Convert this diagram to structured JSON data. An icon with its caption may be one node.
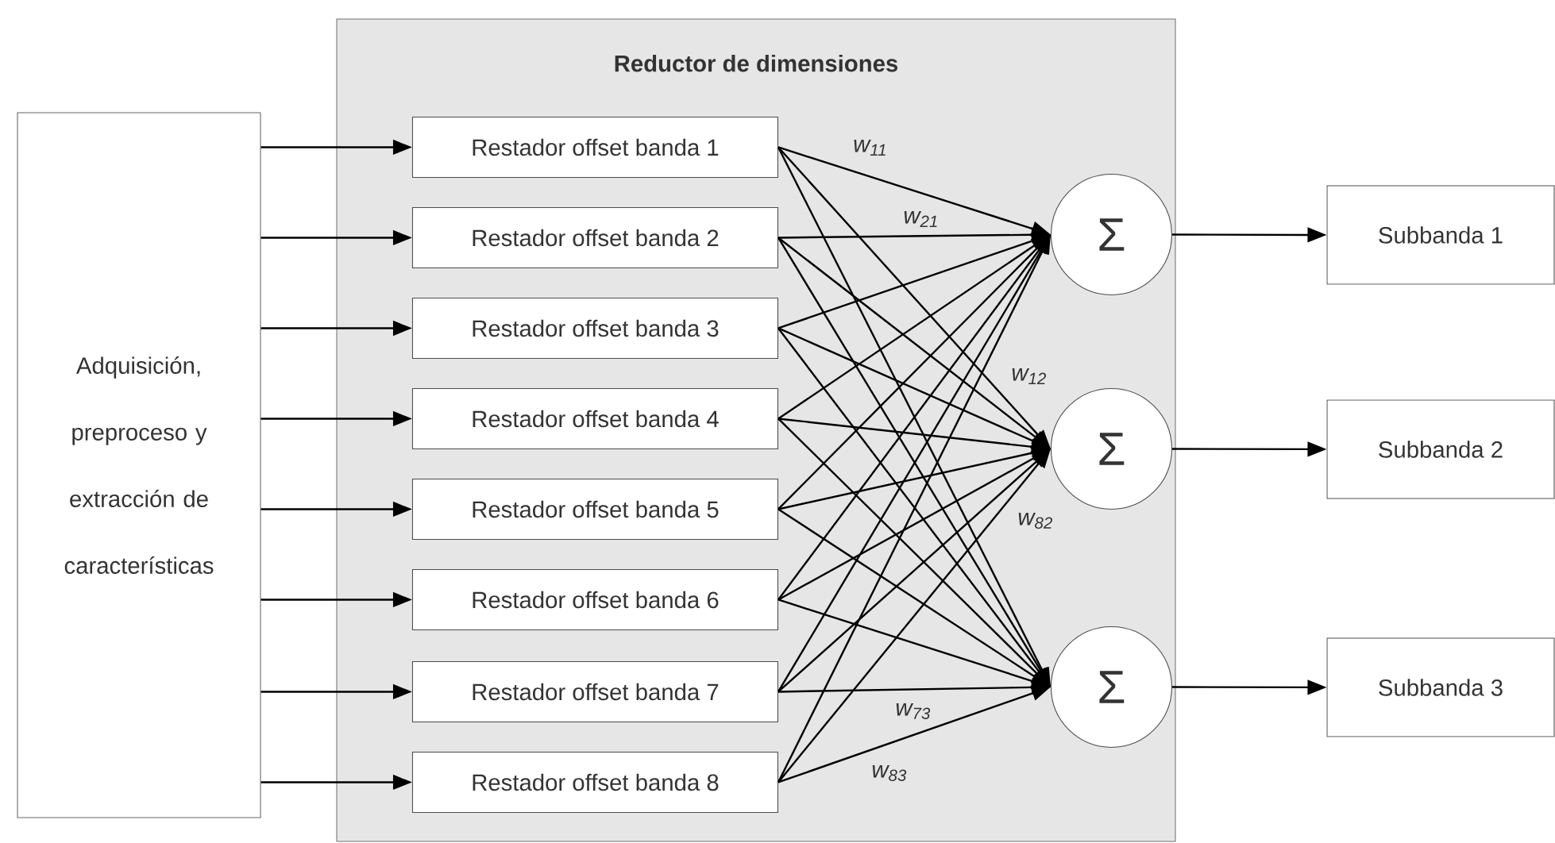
{
  "diagram": {
    "nodes": [
      {
        "text": [
          "Adquisición, preproceso y extracción de características"
        ]
      },
      {
        "text": [
          "Reductor de dimensiones"
        ]
      },
      {
        "text": [
          "Restador offset banda 1"
        ],
        "in": 1
      },
      {
        "text": [
          "Restador offset banda 2"
        ],
        "in": 1
      },
      {
        "text": [
          "Restador offset banda 3"
        ],
        "in": 1
      },
      {
        "text": [
          "Restador offset banda 4"
        ],
        "in": 1
      },
      {
        "text": [
          "Restador offset banda 5"
        ],
        "in": 1
      },
      {
        "text": [
          "Restador offset banda 6"
        ],
        "in": 1
      },
      {
        "text": [
          "Restador offset banda 7"
        ],
        "in": 1
      },
      {
        "text": [
          "Restador offset banda 8"
        ],
        "in": 1
      },
      {
        "text": [
          "Σ"
        ],
        "in": 1
      },
      {
        "text": [
          "Σ"
        ],
        "in": 1
      },
      {
        "text": [
          "Σ"
        ],
        "in": 1
      },
      {
        "text": [
          "Subbanda  1"
        ]
      },
      {
        "text": [
          "Subbanda  2"
        ]
      },
      {
        "text": [
          "Subbanda  3"
        ]
      }
    ],
    "edges": [
      {
        "from": 0,
        "to": 2,
        "arrow": "to"
      },
      {
        "from": 0,
        "to": 3,
        "arrow": "to"
      },
      {
        "from": 0,
        "to": 4,
        "arrow": "to"
      },
      {
        "from": 0,
        "to": 5,
        "arrow": "to"
      },
      {
        "from": 0,
        "to": 6,
        "arrow": "to"
      },
      {
        "from": 0,
        "to": 7,
        "arrow": "to"
      },
      {
        "from": 0,
        "to": 8,
        "arrow": "to"
      },
      {
        "from": 0,
        "to": 9,
        "arrow": "to"
      },
      {
        "from": 2,
        "to": 10,
        "arrow": "to",
        "label": "w$_{11}$"
      },
      {
        "from": 2,
        "to": 11,
        "arrow": "to",
        "label": "w$_{12}$"
      },
      {
        "from": 2,
        "to": 12,
        "arrow": "to"
      },
      {
        "from": 3,
        "to": 10,
        "arrow": "to",
        "label": "w$_{21}$"
      },
      {
        "from": 3,
        "to": 11,
        "arrow": "to"
      },
      {
        "from": 3,
        "to": 12,
        "arrow": "to"
      },
      {
        "from": 4,
        "to": 10,
        "arrow": "to"
      },
      {
        "from": 4,
        "to": 11,
        "arrow": "to"
      },
      {
        "from": 4,
        "to": 12,
        "arrow": "to"
      },
      {
        "from": 5,
        "to": 10,
        "arrow": "to"
      },
      {
        "from": 5,
        "to": 11,
        "arrow": "to"
      },
      {
        "from": 5,
        "to": 12,
        "arrow": "to"
      },
      {
        "from": 6,
        "to": 10,
        "arrow": "to"
      },
      {
        "from": 6,
        "to": 11,
        "arrow": "to"
      },
      {
        "from": 6,
        "to": 12,
        "arrow": "to"
      },
      {
        "from": 7,
        "to": 10,
        "arrow": "to"
      },
      {
        "from": 7,
        "to": 11,
        "arrow": "to"
      },
      {
        "from": 7,
        "to": 12,
        "arrow": "to"
      },
      {
        "from": 8,
        "to": 10,
        "arrow": "to"
      },
      {
        "from": 8,
        "to": 11,
        "arrow": "to"
      },
      {
        "from": 8,
        "to": 12,
        "arrow": "to",
        "label": "w$_{73}$"
      },
      {
        "from": 9,
        "to": 10,
        "arrow": "to"
      },
      {
        "from": 9,
        "to": 11,
        "arrow": "to",
        "label": "w$_{82}$"
      },
      {
        "from": 9,
        "to": 12,
        "arrow": "to",
        "label": "w$_{83}$"
      },
      {
        "from": 10,
        "to": 13,
        "arrow": "to"
      },
      {
        "from": 11,
        "to": 14,
        "arrow": "to"
      },
      {
        "from": 12,
        "to": 15,
        "arrow": "to"
      }
    ]
  }
}
